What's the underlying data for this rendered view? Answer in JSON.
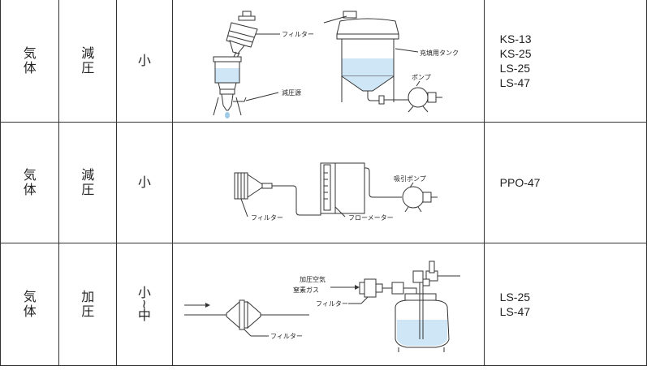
{
  "rows": [
    {
      "medium": [
        "気",
        "体"
      ],
      "pressure": [
        "減",
        "圧"
      ],
      "size": [
        "小"
      ],
      "diagram": {
        "filter": "フィルター",
        "tank": "充填用タンク",
        "pump": "ポンプ",
        "vacuum": "減圧源"
      },
      "filters": [
        "KS-13",
        "KS-25",
        "LS-25",
        "LS-47"
      ]
    },
    {
      "medium": [
        "気",
        "体"
      ],
      "pressure": [
        "減",
        "圧"
      ],
      "size": [
        "小"
      ],
      "diagram": {
        "pump": "吸引ポンプ",
        "filter": "フィルター",
        "flowmeter": "フローメーター"
      },
      "filters": [
        "PPO-47"
      ]
    },
    {
      "medium": [
        "気",
        "体"
      ],
      "pressure": [
        "加",
        "圧"
      ],
      "size": [
        "小",
        "~",
        "中"
      ],
      "diagram": {
        "gas_line1": "加圧空気",
        "gas_line2": "窒素ガス",
        "filter_small": "フィルター",
        "filter_large": "フィルター"
      },
      "filters": [
        "LS-25",
        "LS-47"
      ]
    }
  ]
}
